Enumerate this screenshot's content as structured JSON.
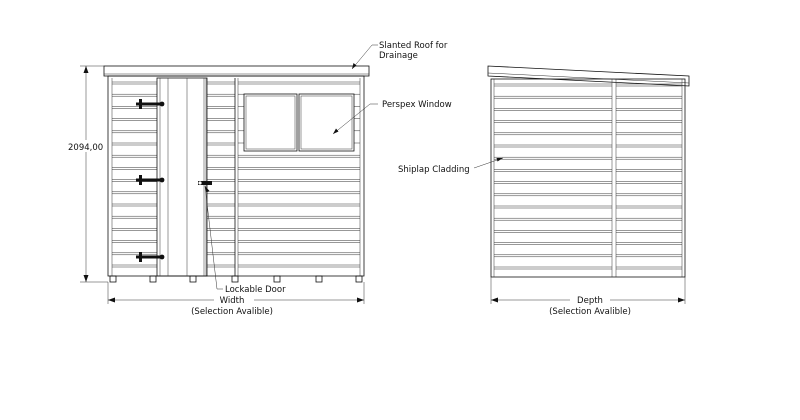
{
  "drawing": {
    "front_view": {
      "height_dimension": "2094,00",
      "width_label": "Width",
      "width_note": "(Selection Avalible)"
    },
    "side_view": {
      "depth_label": "Depth",
      "depth_note": "(Selection Avalible)"
    },
    "callouts": {
      "roof_line1": "Slanted Roof for",
      "roof_line2": "Drainage",
      "window": "Perspex Window",
      "cladding": "Shiplap Cladding",
      "door": "Lockable Door"
    }
  }
}
